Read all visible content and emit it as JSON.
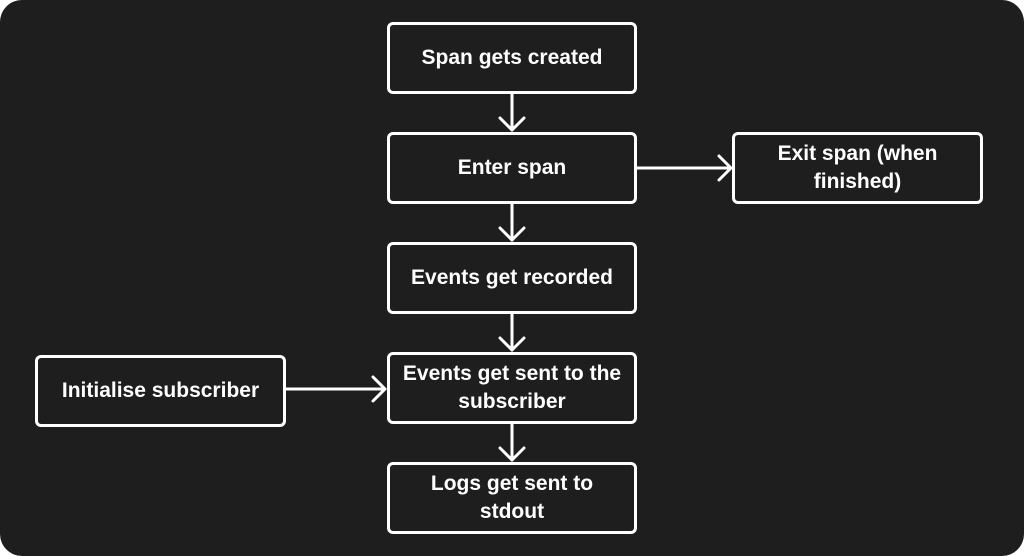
{
  "diagram": {
    "colors": {
      "background": "#1f1e1e",
      "stroke": "#ffffff",
      "text": "#ffffff"
    },
    "nodes": {
      "span_created": "Span gets created",
      "enter_span": "Enter span",
      "exit_span": "Exit span (when finished)",
      "events_recorded": "Events get recorded",
      "events_sent": "Events get sent to the subscriber",
      "init_subscriber": "Initialise subscriber",
      "logs_sent": "Logs get sent to stdout"
    }
  }
}
